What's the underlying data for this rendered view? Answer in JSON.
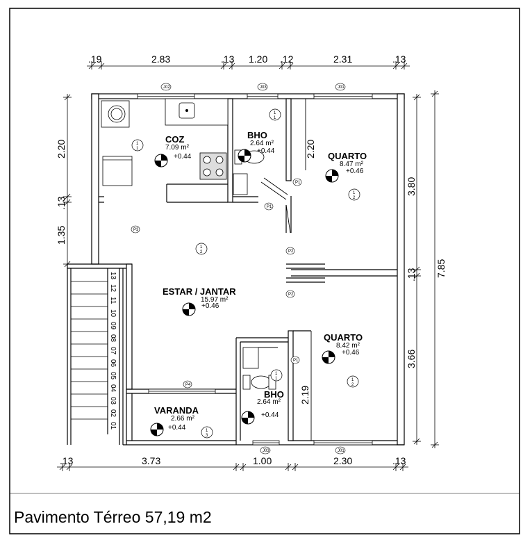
{
  "drawing": {
    "title": "Pavimento Térreo 57,19 m2",
    "dims_top": [
      ".19",
      "2.83",
      ".13",
      "1.20",
      ".12",
      "2.31",
      ".13"
    ],
    "dims_bottom": [
      ".13",
      "3.73",
      "1.00",
      "2.30",
      ".13"
    ],
    "dims_left": [
      "2.20",
      ".13",
      "1.35"
    ],
    "dims_right_outer": "7.85",
    "dims_right_inner": [
      "3.80",
      ".13",
      "3.66"
    ],
    "dims_internal": {
      "quarto1_h": "2.20",
      "bho2_h": "2.19"
    },
    "rooms": {
      "coz": {
        "name": "COZ",
        "area": "7.09 m²",
        "level": "+0.44"
      },
      "bho1": {
        "name": "BHO",
        "area": "2.64 m²",
        "level": "+0.44"
      },
      "quarto1": {
        "name": "QUARTO",
        "area": "8.47 m²",
        "level": "+0.46"
      },
      "estar": {
        "name": "ESTAR / JANTAR",
        "area": "15.97 m²",
        "level": "+0.46"
      },
      "quarto2": {
        "name": "QUARTO",
        "area": "8.42 m²",
        "level": "+0.46"
      },
      "bho2": {
        "name": "BHO",
        "area": "2.64 m²",
        "level": "+0.44"
      },
      "varanda": {
        "name": "VARANDA",
        "area": "2.66 m²",
        "level": "+0.44"
      }
    },
    "stairs": [
      "13",
      "12",
      "11",
      "10",
      "09",
      "08",
      "07",
      "06",
      "05",
      "04",
      "03",
      "02",
      "01"
    ],
    "tags": {
      "j02": "J02",
      "j03_top": "J03",
      "j01_top": "J01",
      "p1_a": "P1",
      "p1_b": "P1",
      "p1_c": "P1",
      "p2_a": "P2",
      "p2_b": "P2",
      "p3": "P3",
      "p4": "P4",
      "j03_bottom": "J03",
      "j01_bottom": "J01"
    },
    "sections": {
      "s_coz": [
        "1",
        "1"
      ],
      "s_bho1": [
        "1",
        "1"
      ],
      "s_q1": [
        "1",
        "2"
      ],
      "s_estar": [
        "1",
        "2"
      ],
      "s_q2": [
        "1",
        "2"
      ],
      "s_bho2": [
        "1",
        "1"
      ],
      "s_var": [
        "1",
        "3"
      ]
    }
  }
}
